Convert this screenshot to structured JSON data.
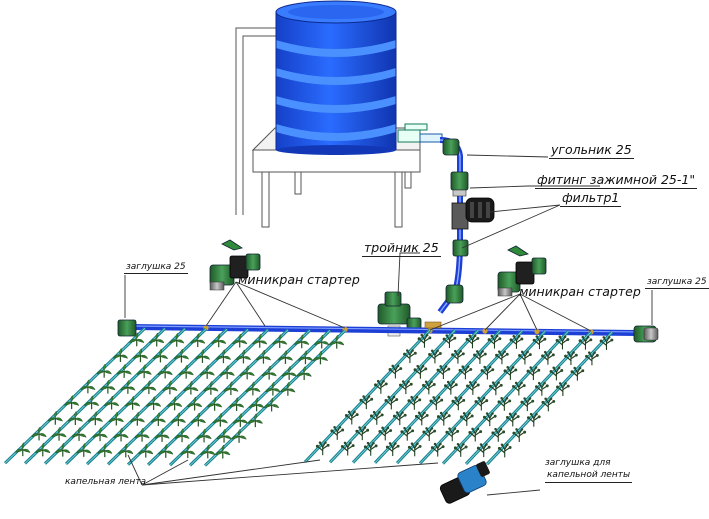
{
  "labels": {
    "elbow": "угольник 25",
    "fitting": "фитинг зажимной 25-1\"",
    "filter": "фильтр1",
    "tee": "тройник 25",
    "valve_left": "миникран стартер",
    "valve_right": "миникран стартер",
    "plug_left": "заглушка 25",
    "plug_right": "заглушка 25",
    "drip_tape": "капельная лента",
    "tape_plug_line1": "заглушка для",
    "tape_plug_line2": "капельной ленты"
  },
  "colors": {
    "tank": "#1f5be8",
    "tank_band": "#3f86ff",
    "pipe": "#1e3fd6",
    "tape": "#17828f",
    "plant": "#2a6a2a",
    "fitting_green": "#2f7a3a",
    "line": "#333333"
  },
  "icons": [
    "water-tank-icon",
    "filter-icon",
    "valve-icon",
    "plug-icon",
    "plant-icon"
  ]
}
